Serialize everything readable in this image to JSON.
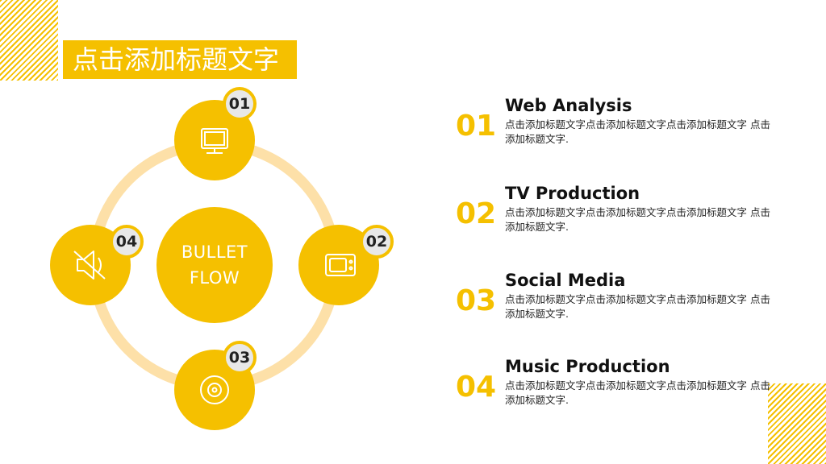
{
  "page": {
    "title": "点击添加标题文字",
    "accent": "#f5c000",
    "ring_color": "#fde0a8"
  },
  "diagram": {
    "center_lines": [
      "BULLET",
      "FLOW"
    ],
    "nodes": [
      {
        "num": "01",
        "icon": "monitor-icon"
      },
      {
        "num": "02",
        "icon": "tv-icon"
      },
      {
        "num": "03",
        "icon": "music-disc-icon"
      },
      {
        "num": "04",
        "icon": "speaker-icon"
      }
    ]
  },
  "items": [
    {
      "num": "01",
      "title": "Web Analysis",
      "desc": "点击添加标题文字点击添加标题文字点击添加标题文字 点击添加标题文字."
    },
    {
      "num": "02",
      "title": "TV Production",
      "desc": "点击添加标题文字点击添加标题文字点击添加标题文字 点击添加标题文字."
    },
    {
      "num": "03",
      "title": "Social Media",
      "desc": "点击添加标题文字点击添加标题文字点击添加标题文字 点击添加标题文字."
    },
    {
      "num": "04",
      "title": "Music Production",
      "desc": "点击添加标题文字点击添加标题文字点击添加标题文字 点击添加标题文字."
    }
  ]
}
